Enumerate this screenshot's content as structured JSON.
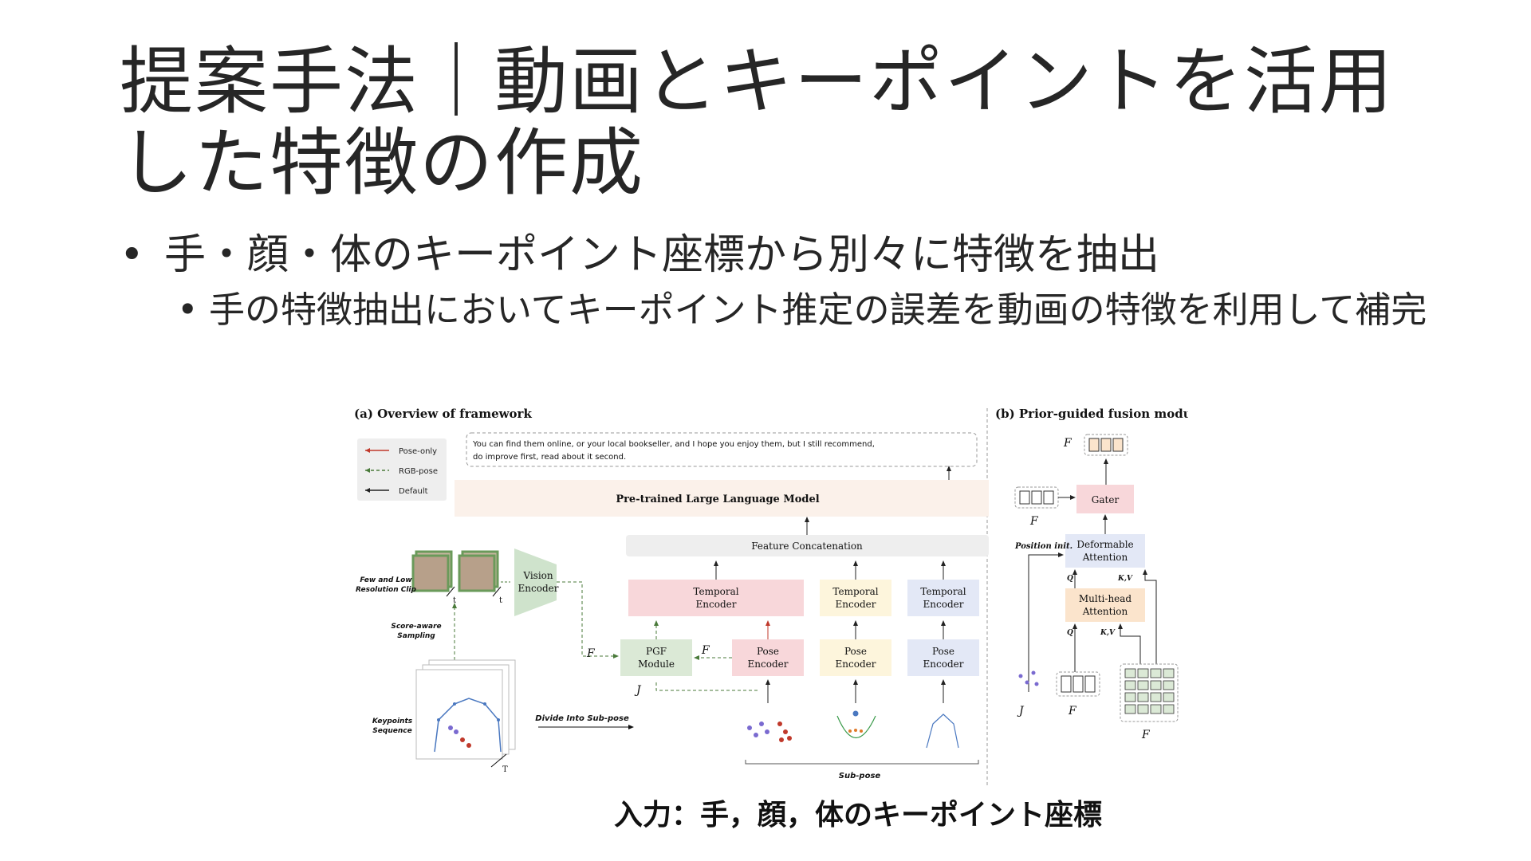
{
  "slide": {
    "title": "提案手法｜動画とキーポイントを活用した特徴の作成",
    "bullet1": "手・顔・体のキーポイント座標から別々に特徴を抽出",
    "bullet2": "手の特徴抽出においてキーポイント推定の誤差を動画の特徴を利用して補完",
    "caption": "入力：手，顔，体のキーポイント座標"
  },
  "figure": {
    "panel_a_title": "(a) Overview of framework",
    "panel_b_title": "(b) Prior-guided fusion module",
    "legend": [
      "Pose-only",
      "RGB-pose",
      "Default"
    ],
    "output_text_line1": "You can find them online, or your local bookseller, and I hope you enjoy them, but I still recommend,",
    "output_text_line2": "do improve first, read about it second.",
    "llm": "Pre-trained Large Language Model",
    "concat": "Feature Concatenation",
    "temporal_encoder": [
      "Temporal",
      "Encoder"
    ],
    "pose_encoder": [
      "Pose",
      "Encoder"
    ],
    "pgf_module": [
      "PGF",
      "Module"
    ],
    "vision_encoder": [
      "Vision",
      "Encoder"
    ],
    "clip_label": [
      "Few and Low",
      "Resolution Clip"
    ],
    "sampling_label": [
      "Score-aware",
      "Sampling"
    ],
    "keypoints_label": [
      "Keypoints",
      "Sequence"
    ],
    "divide_label": "Divide Into Sub-pose",
    "subpose_label": "Sub-pose",
    "t_label": "t",
    "T_label": "T",
    "gater": "Gater",
    "deformable": [
      "Deformable",
      "Attention"
    ],
    "multihead": [
      "Multi-head",
      "Attention"
    ],
    "position_init": "Position init.",
    "q_label": "Q",
    "kv_label": "K,V",
    "f_r": "F",
    "j_s": "J"
  },
  "colors": {
    "pink": "#f8d7da",
    "yellow": "#fdf5dc",
    "blue": "#e3e8f6",
    "green": "#dbe9d6",
    "orange": "#fbe4cc",
    "llm": "#fbf1ea",
    "concat": "#eeeeee"
  }
}
